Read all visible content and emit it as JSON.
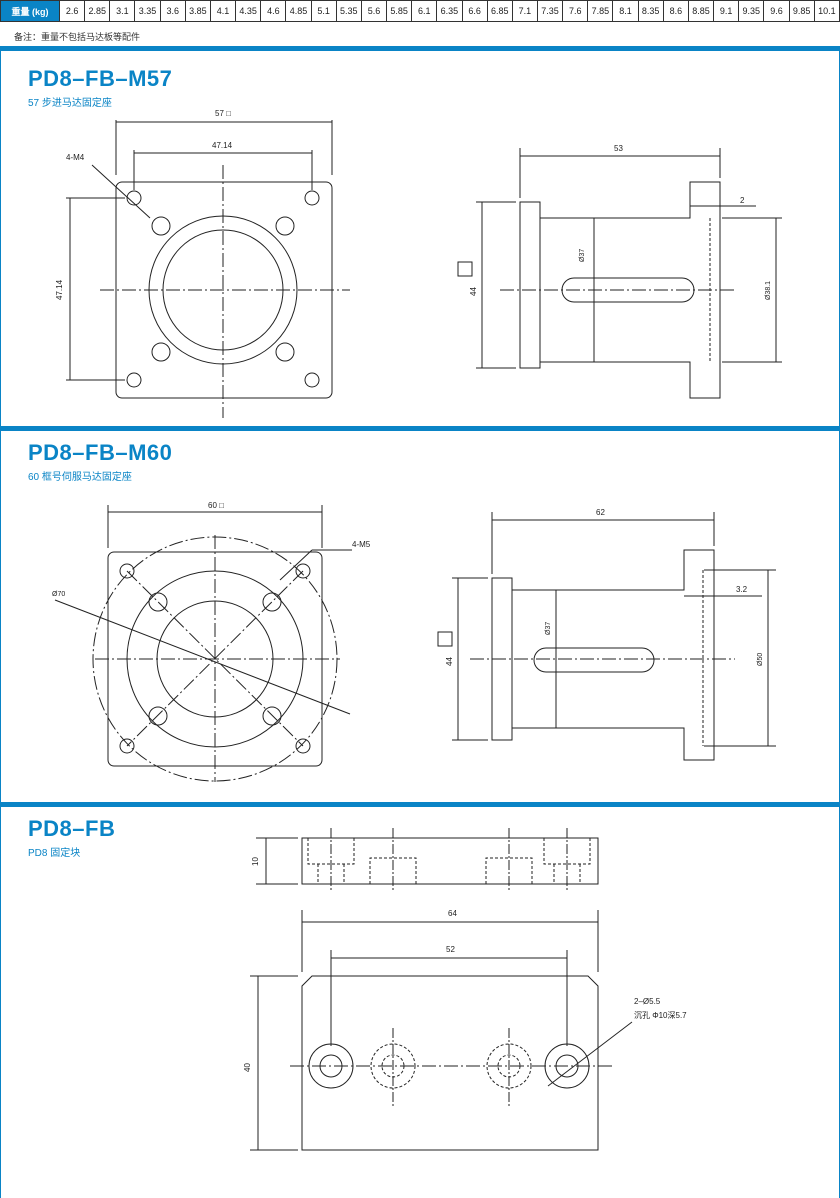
{
  "weight_table": {
    "header": "重量 (kg)",
    "values": [
      "2.6",
      "2.85",
      "3.1",
      "3.35",
      "3.6",
      "3.85",
      "4.1",
      "4.35",
      "4.6",
      "4.85",
      "5.1",
      "5.35",
      "5.6",
      "5.85",
      "6.1",
      "6.35",
      "6.6",
      "6.85",
      "7.1",
      "7.35",
      "7.6",
      "7.85",
      "8.1",
      "8.35",
      "8.6",
      "8.85",
      "9.1",
      "9.35",
      "9.6",
      "9.85",
      "10.1"
    ]
  },
  "note": "备注：重量不包括马达板等配件",
  "sections": {
    "m57": {
      "title": "PD8–FB–M57",
      "subtitle": "57 步进马达固定座",
      "front": {
        "width": "57 □",
        "hole_span_h": "47.14",
        "hole_span_v": "47.14",
        "holes": "4-M4"
      },
      "side": {
        "length": "53",
        "flange": "2",
        "height": "44",
        "diam_inner": "Ø37",
        "diam_outer": "Ø38.1"
      }
    },
    "m60": {
      "title": "PD8–FB–M60",
      "subtitle": "60 框号伺服马达固定座",
      "front": {
        "width": "60 □",
        "holes": "4-M5",
        "circle": "Ø70"
      },
      "side": {
        "length": "62",
        "flange": "3.2",
        "height": "44",
        "diam_inner": "Ø37",
        "diam_outer": "Ø50"
      }
    },
    "fb": {
      "title": "PD8–FB",
      "subtitle": "PD8 固定块",
      "top": {
        "thickness": "10"
      },
      "front": {
        "width": "64",
        "hole_span": "52",
        "height": "40",
        "hole_spec": "2–Ø5.5",
        "counterbore": "沉孔 Φ10深5.7"
      }
    }
  },
  "colors": {
    "accent": "#0a84c6",
    "line": "#222222"
  }
}
